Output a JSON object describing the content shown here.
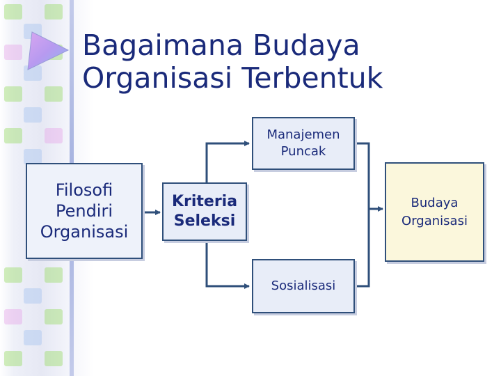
{
  "slide": {
    "title": "Bagaimana Budaya\nOrganisasi Terbentuk"
  },
  "diagram": {
    "nodes": {
      "filosofi": "Filosofi\nPendiri\nOrganisasi",
      "kriteria": "Kriteria\nSeleksi",
      "manajemen": "Manajemen\nPuncak",
      "sosialisasi": "Sosialisasi",
      "budaya": "Budaya\nOrganisasi"
    }
  },
  "colors": {
    "title": "#1a2a7a",
    "box_border": "#2f4f7a",
    "connector": "#2f4f7a",
    "box_fill": "#e8edf8",
    "result_fill": "#fbf7dc"
  },
  "icons": {
    "bullet": "triangle-arrow-icon"
  }
}
